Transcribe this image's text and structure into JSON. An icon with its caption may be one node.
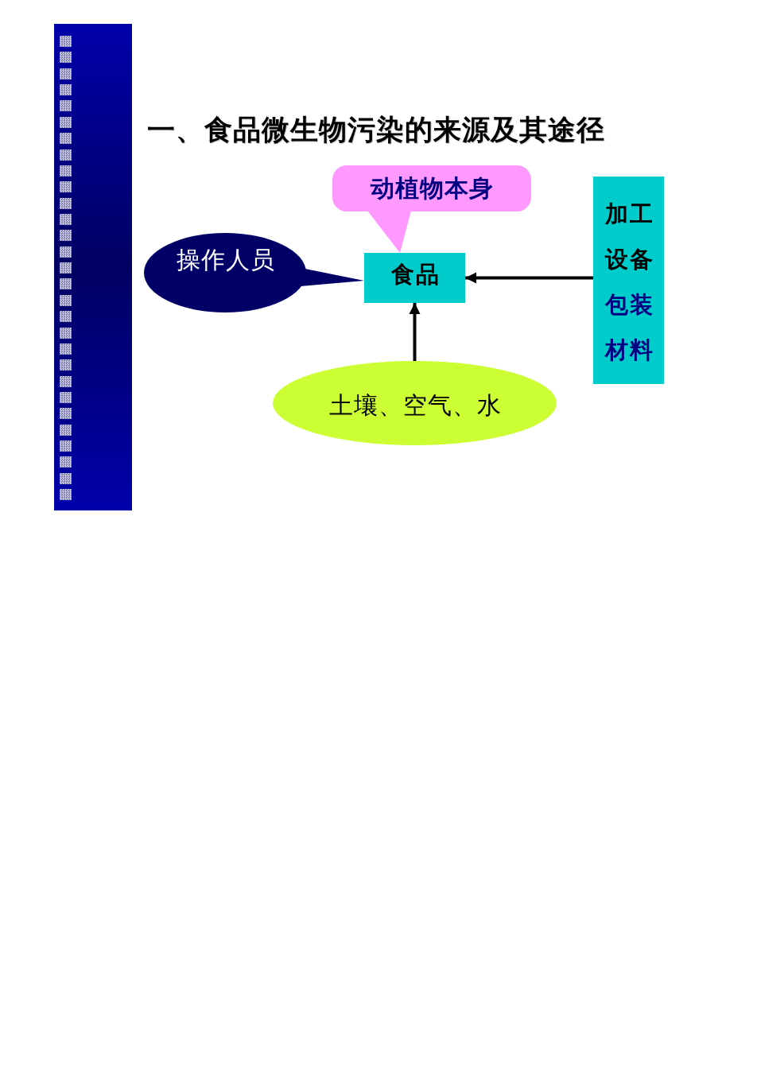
{
  "diagram": {
    "title": "一、食品微生物污染的来源及其途径",
    "nodes": [
      {
        "text": [
          "动植物本身"
        ]
      },
      {
        "text": [
          "操作人员"
        ]
      },
      {
        "text": [
          "食品"
        ]
      },
      {
        "text": [
          "加工设备",
          "包装材料"
        ]
      },
      {
        "text": [
          "土壤、空气、水"
        ]
      }
    ],
    "edges": [
      {
        "from": 0,
        "to": 2,
        "arrow": "to",
        "color": "#ff99ff"
      },
      {
        "from": 1,
        "to": 2,
        "arrow": "to",
        "color": "#000066"
      },
      {
        "from": 3,
        "to": 2,
        "arrow": "to"
      },
      {
        "from": 4,
        "to": 2,
        "arrow": "to"
      }
    ]
  }
}
